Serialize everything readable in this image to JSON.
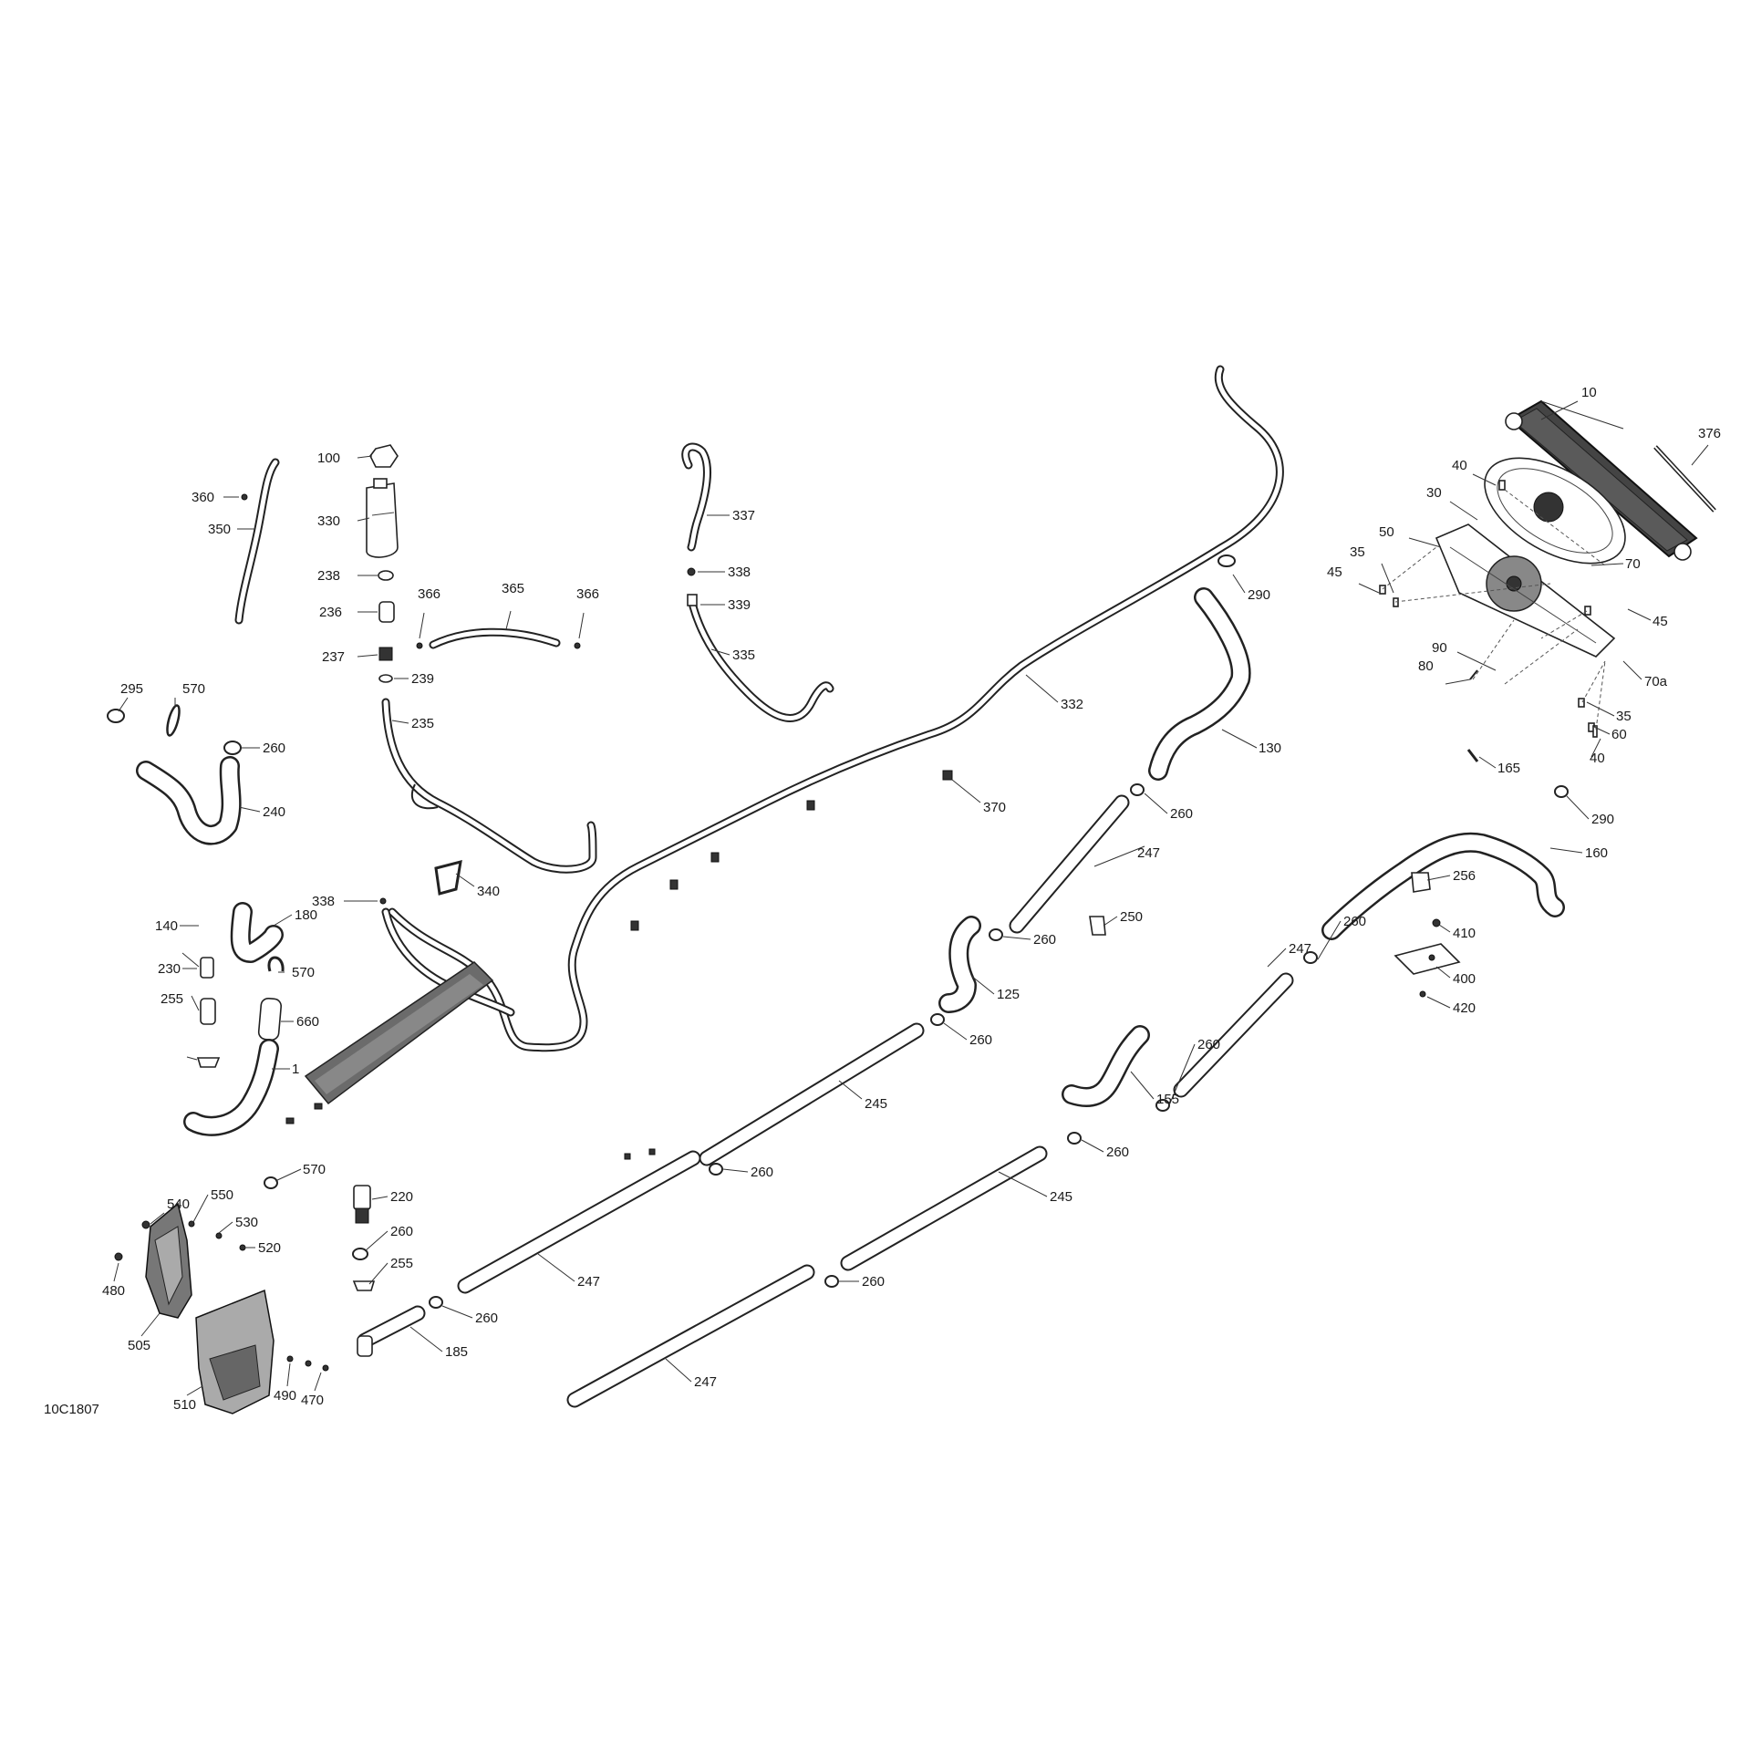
{
  "diagram": {
    "reference": "10C1807",
    "callouts": {
      "c10": "10",
      "c376": "376",
      "c40a": "40",
      "c30": "30",
      "c50": "50",
      "c35a": "35",
      "c45a": "45",
      "c70": "70",
      "c45b": "45",
      "c90": "90",
      "c80": "80",
      "c70a": "70a",
      "c35b": "35",
      "c60": "60",
      "c40b": "40",
      "c165": "165",
      "c290a": "290",
      "c130": "130",
      "c290b": "290",
      "c160": "160",
      "c256": "256",
      "c410": "410",
      "c400": "400",
      "c420": "420",
      "c332": "332",
      "c337": "337",
      "c338a": "338",
      "c339": "339",
      "c335": "335",
      "c100": "100",
      "c330": "330",
      "c238": "238",
      "c236": "236",
      "c237": "237",
      "c239": "239",
      "c235": "235",
      "c366a": "366",
      "c365": "365",
      "c366b": "366",
      "c360": "360",
      "c350": "350",
      "c338b": "338",
      "c340": "340",
      "c370": "370",
      "c295": "295",
      "c570a": "570",
      "c260a": "260",
      "c240": "240",
      "c140": "140",
      "c180": "180",
      "c230": "230",
      "c570b": "570",
      "c255a": "255",
      "c660": "660",
      "c1": "1",
      "c570c": "570",
      "c260b": "260",
      "c247a": "247",
      "c250": "250",
      "c260c": "260",
      "c125": "125",
      "c260d": "260",
      "c260e": "260",
      "c247b": "247",
      "c260f": "260",
      "c245a": "245",
      "c155": "155",
      "c260g": "260",
      "c260h": "260",
      "c245b": "245",
      "c260i": "260",
      "c247c": "247",
      "c247d": "247",
      "c220": "220",
      "c260j": "260",
      "c255b": "255",
      "c260k": "260",
      "c185": "185",
      "c540": "540",
      "c550": "550",
      "c530": "530",
      "c520": "520",
      "c480": "480",
      "c505": "505",
      "c510": "510",
      "c490": "490",
      "c470": "470"
    }
  }
}
